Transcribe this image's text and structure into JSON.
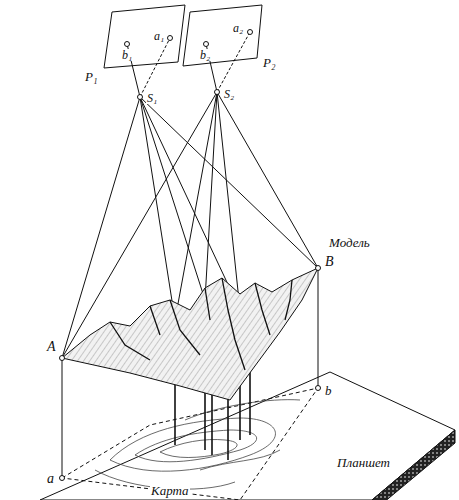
{
  "diagram": {
    "labels": [
      "b₁",
      "a₁",
      "P₁",
      "S₁",
      "b₂",
      "a₂",
      "P₂",
      "S₂",
      "Модель",
      "A",
      "B",
      "b",
      "a",
      "Планшет",
      "Карта"
    ]
  }
}
